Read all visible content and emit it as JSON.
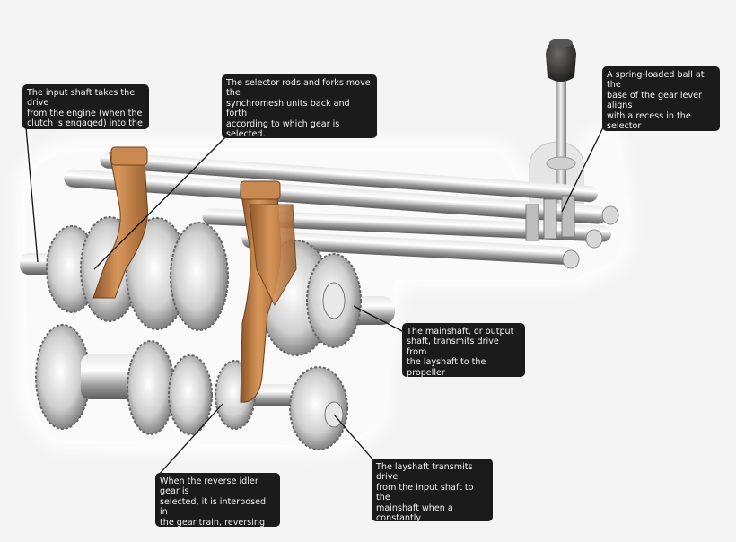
{
  "callouts": {
    "input_shaft": "The input shaft takes the drive\nfrom the engine (when the\nclutch is engaged) into the\ngearbox.",
    "selector_rods": "The selector rods and forks move the\nsynchromesh units back and forth\naccording to which gear is selected.\nSome gearboxes have only one\nselector rod, others three; but the\nprinciple is the same.",
    "spring_ball": "A spring-loaded ball at the\nbase of the gear lever aligns\nwith a recess in the selector\nrod holding the lever in\nposition until the driver\nchanges gears.",
    "mainshaft": "The mainshaft, or output\nshaft, transmits drive from\nthe layshaft to the propeller\nshaft, when a gear is\nselected.",
    "reverse_idler": "When the reverse idler gear is\nselected, it is interposed in\nthe gear train, reversing the\nnormal direction of the\nmainshaft.",
    "layshaft": "The layshaft transmits drive\nfrom the input shaft to the\nmainshaft when a constantly\nmeshed gear is locked to the\nmainshaft by means of a\nsplined mesh."
  },
  "colors": {
    "background": "#f4f4f4",
    "housing_glow": "#ffffff",
    "steel": "#b9b9b9",
    "fork_bronze": "#c8864e",
    "callout_bg": "#1b1b1b",
    "callout_text": "#f2f2f2",
    "leader_line": "#111111"
  }
}
